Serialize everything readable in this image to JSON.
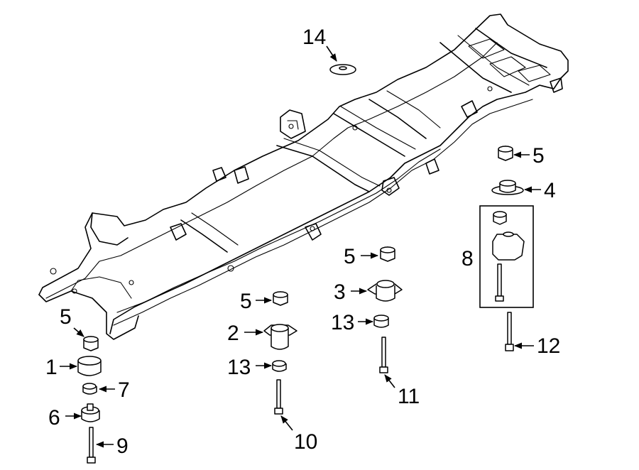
{
  "callouts": {
    "c1": "1",
    "c2": "2",
    "c3": "3",
    "c4": "4",
    "c5a": "5",
    "c5b": "5",
    "c5c": "5",
    "c5d": "5",
    "c6": "6",
    "c7": "7",
    "c8": "8",
    "c9": "9",
    "c10": "10",
    "c11": "11",
    "c12": "12",
    "c13a": "13",
    "c13b": "13",
    "c14": "14"
  }
}
